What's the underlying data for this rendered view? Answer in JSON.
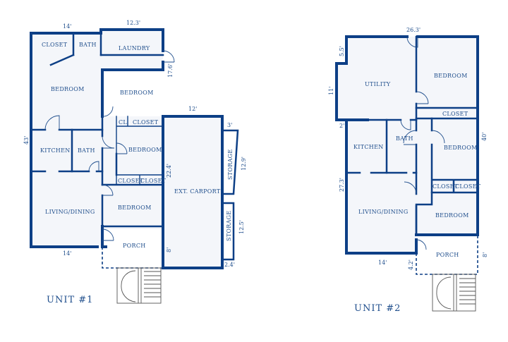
{
  "unit1": {
    "title": "UNIT #1",
    "rooms": {
      "closet_a": "CLOSET",
      "bath_a": "BATH",
      "laundry": "LAUNDRY",
      "bedroom_a": "BEDROOM",
      "bedroom_b": "BEDROOM",
      "cl": "CL",
      "closet_b": "CLOSET",
      "bedroom_c": "BEDROOM",
      "kitchen": "KITCHEN",
      "bath_b": "BATH",
      "closet_c": "CLOSET",
      "closet_d": "CLOSET",
      "living": "LIVING/DINING",
      "bedroom_d": "BEDROOM",
      "porch": "PORCH",
      "carport": "EXT. CARPORT",
      "storage_a": "STORAGE",
      "storage_b": "STORAGE"
    },
    "dims": {
      "top_left": "14'",
      "top_right": "12.3'",
      "right_side": "17.6'",
      "left_side": "43'",
      "carport_top": "12'",
      "mid_vertical": "22.4'",
      "storage_gap": "3'",
      "storage_a_len": "12.9'",
      "storage_b_len": "12.5'",
      "bottom": "14'",
      "porch_depth": "8'",
      "storage_width": "2.4'"
    }
  },
  "unit2": {
    "title": "UNIT #2",
    "rooms": {
      "utility": "UTILITY",
      "bedroom_a": "BEDROOM",
      "closet_a": "CLOSET",
      "kitchen": "KITCHEN",
      "bath": "BATH",
      "bedroom_b": "BEDROOM",
      "closet_b": "CLOSET",
      "closet_c": "CLOSET",
      "living": "LIVING/DINING",
      "bedroom_c": "BEDROOM",
      "porch": "PORCH"
    },
    "dims": {
      "top": "26.3'",
      "notch_short": "5.5'",
      "notch_left": "11'",
      "step": "2'",
      "right_side": "40'",
      "left_lower": "27.3'",
      "bottom": "14'",
      "porch_left": "4.2'",
      "porch_right": "8'"
    }
  },
  "colors": {
    "wall": "#0d3f86",
    "label": "#1f4e8c",
    "floor": "#f4f6fa"
  }
}
